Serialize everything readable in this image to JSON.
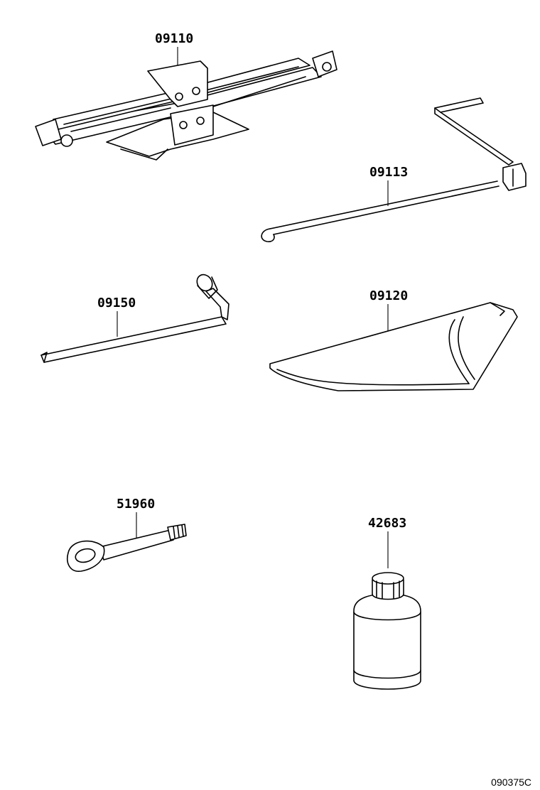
{
  "parts": [
    {
      "id": "jack",
      "number": "09110"
    },
    {
      "id": "jack-handle",
      "number": "09113"
    },
    {
      "id": "wheel-nut-wrench",
      "number": "09150"
    },
    {
      "id": "tool-bag",
      "number": "09120"
    },
    {
      "id": "towing-hook",
      "number": "51960"
    },
    {
      "id": "tire-sealant",
      "number": "42683"
    }
  ],
  "diagram_id": "090375C"
}
